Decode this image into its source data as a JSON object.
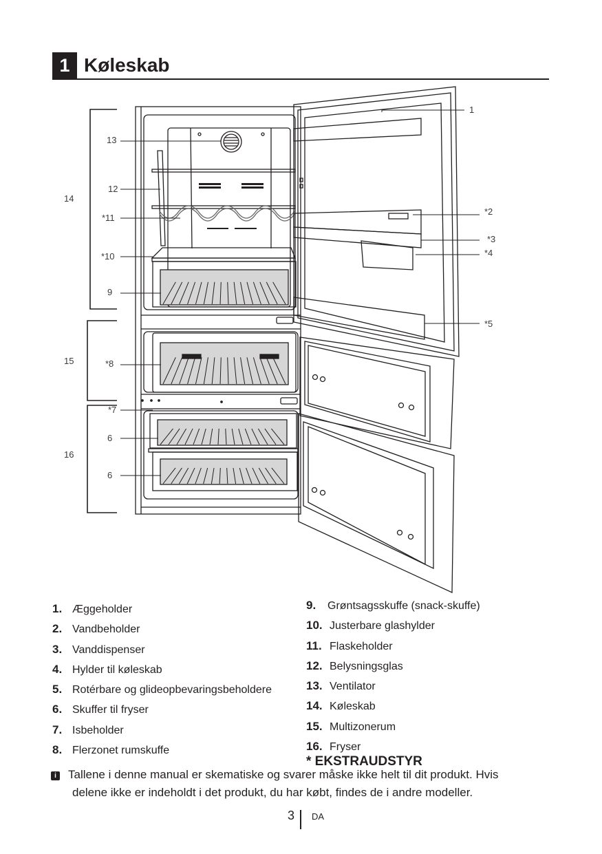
{
  "section": {
    "number": "1",
    "title": "Køleskab"
  },
  "diagram": {
    "callouts": [
      {
        "id": "c1",
        "text": "1"
      },
      {
        "id": "c2",
        "text": "*2"
      },
      {
        "id": "c3",
        "text": "*3"
      },
      {
        "id": "c4",
        "text": "*4"
      },
      {
        "id": "c5",
        "text": "*5"
      },
      {
        "id": "c6a",
        "text": "6"
      },
      {
        "id": "c6b",
        "text": "6"
      },
      {
        "id": "c7",
        "text": "*7"
      },
      {
        "id": "c8",
        "text": "*8"
      },
      {
        "id": "c9",
        "text": "9"
      },
      {
        "id": "c10",
        "text": "*10"
      },
      {
        "id": "c11",
        "text": "*11"
      },
      {
        "id": "c12",
        "text": "12"
      },
      {
        "id": "c13",
        "text": "13"
      },
      {
        "id": "c14",
        "text": "14"
      },
      {
        "id": "c15",
        "text": "15"
      },
      {
        "id": "c16",
        "text": "16"
      }
    ]
  },
  "legend": {
    "left": [
      {
        "num": "1.",
        "label": "Æggeholder"
      },
      {
        "num": "2.",
        "label": "Vandbeholder"
      },
      {
        "num": "3.",
        "label": "Vanddispenser"
      },
      {
        "num": "4.",
        "label": "Hylder til køleskab"
      },
      {
        "num": "5.",
        "label": "Rotérbare og glideopbevaringsbeholdere"
      },
      {
        "num": "6.",
        "label": "Skuffer til fryser"
      },
      {
        "num": "7.",
        "label": "Isbeholder"
      },
      {
        "num": "8.",
        "label": "Flerzonet rumskuffe"
      }
    ],
    "right": [
      {
        "num": "9.",
        "label": "Grøntsagsskuffe (snack-skuffe)"
      },
      {
        "num": "10.",
        "label": "Justerbare glashylder"
      },
      {
        "num": "11.",
        "label": "Flaskeholder"
      },
      {
        "num": "12.",
        "label": "Belysningsglas"
      },
      {
        "num": "13.",
        "label": "Ventilator"
      },
      {
        "num": "14.",
        "label": "Køleskab"
      },
      {
        "num": "15.",
        "label": "Multizonerum"
      },
      {
        "num": "16.",
        "label": "Fryser"
      }
    ],
    "optional_note": "* EKSTRAUDSTYR"
  },
  "note": {
    "icon": "info-icon",
    "line1": "Tallene i denne manual er skematiske og svarer måske ikke helt til dit produkt. Hvis",
    "line2": "delene ikke er indeholdt i det produkt, du har købt, findes de i andre modeller."
  },
  "footer": {
    "page": "3",
    "language": "DA"
  }
}
